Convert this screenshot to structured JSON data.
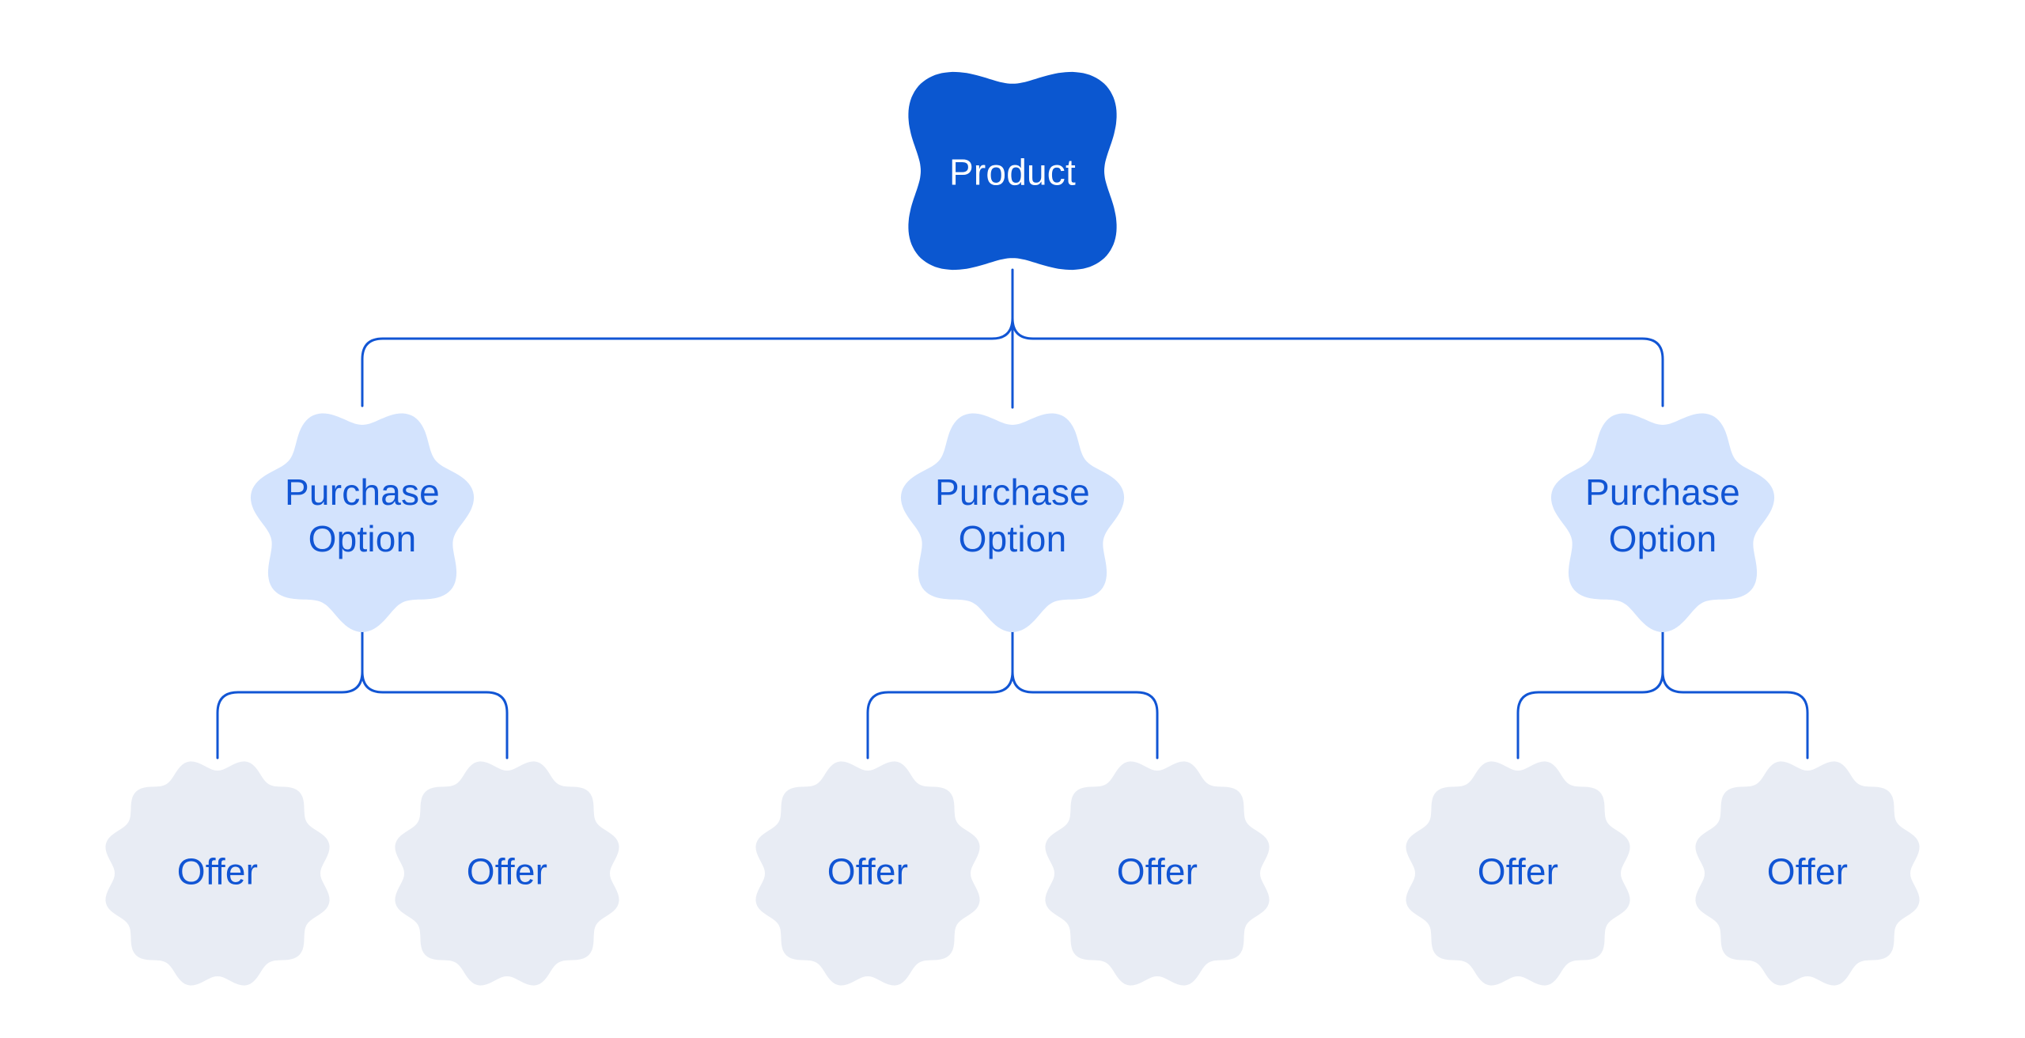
{
  "diagram": {
    "root": {
      "label": "Product"
    },
    "purchase_options": [
      {
        "label": "Purchase Option",
        "offers": [
          {
            "label": "Offer"
          },
          {
            "label": "Offer"
          }
        ]
      },
      {
        "label": "Purchase Option",
        "offers": [
          {
            "label": "Offer"
          },
          {
            "label": "Offer"
          }
        ]
      },
      {
        "label": "Purchase Option",
        "offers": [
          {
            "label": "Offer"
          },
          {
            "label": "Offer"
          }
        ]
      }
    ],
    "colors": {
      "background": "#ffffff",
      "product_fill": "#0b57d0",
      "product_text": "#ffffff",
      "purchase_fill": "#d3e3fd",
      "offer_fill": "#e8ecf4",
      "node_text": "#1155d4",
      "connector": "#1155d4"
    }
  }
}
